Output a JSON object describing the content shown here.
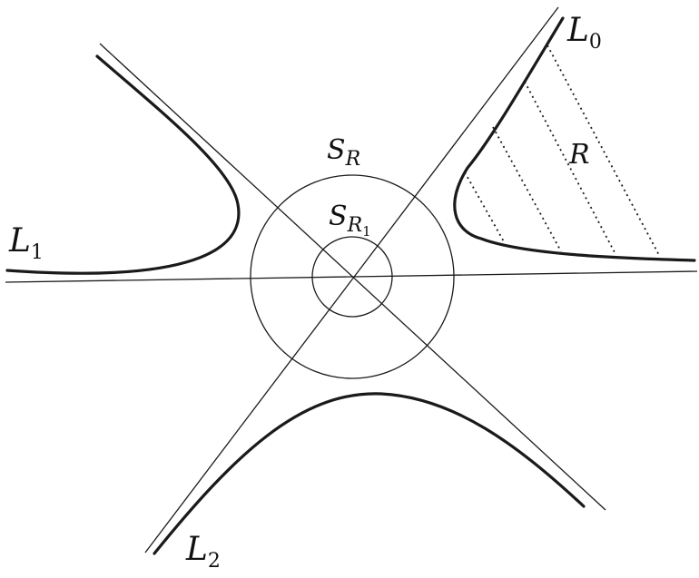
{
  "labels": {
    "L0": {
      "base": "L",
      "sub": "0"
    },
    "L1": {
      "base": "L",
      "sub": "1"
    },
    "L2": {
      "base": "L",
      "sub": "2"
    },
    "SR": {
      "base": "S",
      "sub": "R"
    },
    "SR1": {
      "base": "S",
      "sub": "R",
      "subsub": "1"
    },
    "region": "R"
  }
}
